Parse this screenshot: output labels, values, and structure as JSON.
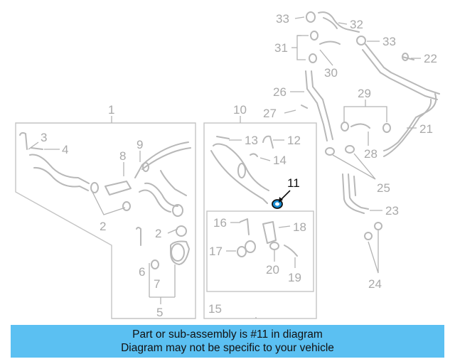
{
  "callouts": {
    "c1": "1",
    "c2a": "2",
    "c2b": "2",
    "c3": "3",
    "c4": "4",
    "c5": "5",
    "c6": "6",
    "c7": "7",
    "c8": "8",
    "c9": "9",
    "c10": "10",
    "c11": "11",
    "c12": "12",
    "c13": "13",
    "c14": "14",
    "c15": "15",
    "c16": "16",
    "c17": "17",
    "c18": "18",
    "c19": "19",
    "c20": "20",
    "c21": "21",
    "c22": "22",
    "c23": "23",
    "c24": "24",
    "c25": "25",
    "c26": "26",
    "c27": "27",
    "c28": "28",
    "c29": "29",
    "c30": "30",
    "c31": "31",
    "c32": "32",
    "c33a": "33",
    "c33b": "33"
  },
  "colors": {
    "highlight_part": "#1a8fd6",
    "banner_bg": "#5bc0f2"
  },
  "banner": {
    "line1": "Part or sub-assembly is #11 in diagram",
    "line2": "Diagram may not be specific to your vehicle"
  }
}
